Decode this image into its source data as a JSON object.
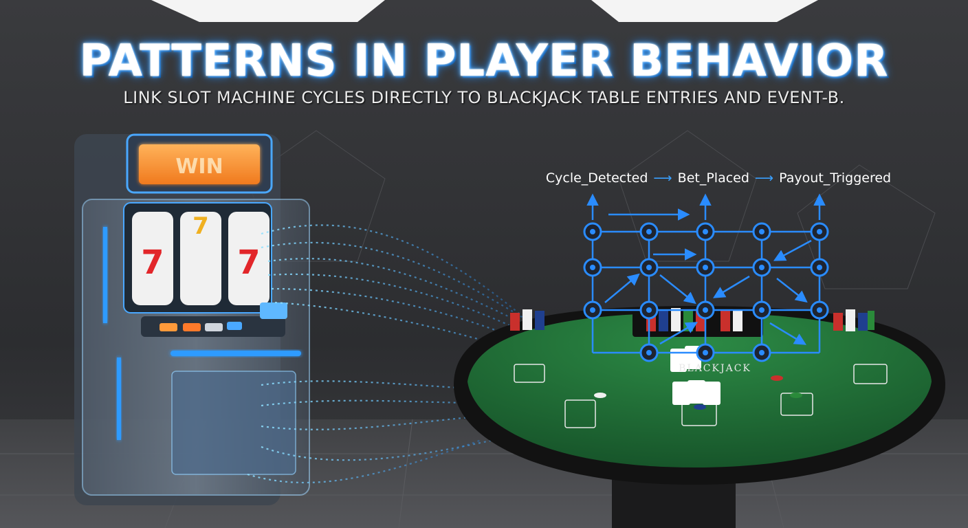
{
  "header": {
    "title": "PATTERNS IN PLAYER BEHAVIOR",
    "subtitle": "LINK SLOT MACHINE CYCLES DIRECTLY TO BLACKJACK TABLE ENTRIES AND EVENT-B."
  },
  "flow": {
    "steps": [
      "Cycle_Detected",
      "Bet_Placed",
      "Payout_Triggered"
    ]
  },
  "slot_machine": {
    "display": "WIN",
    "reel_symbol": "7"
  },
  "table": {
    "label": "BLACKJACK"
  },
  "colors": {
    "accent": "#1e8fff",
    "felt": "#1f6b35",
    "background": "#2b2c2f"
  }
}
